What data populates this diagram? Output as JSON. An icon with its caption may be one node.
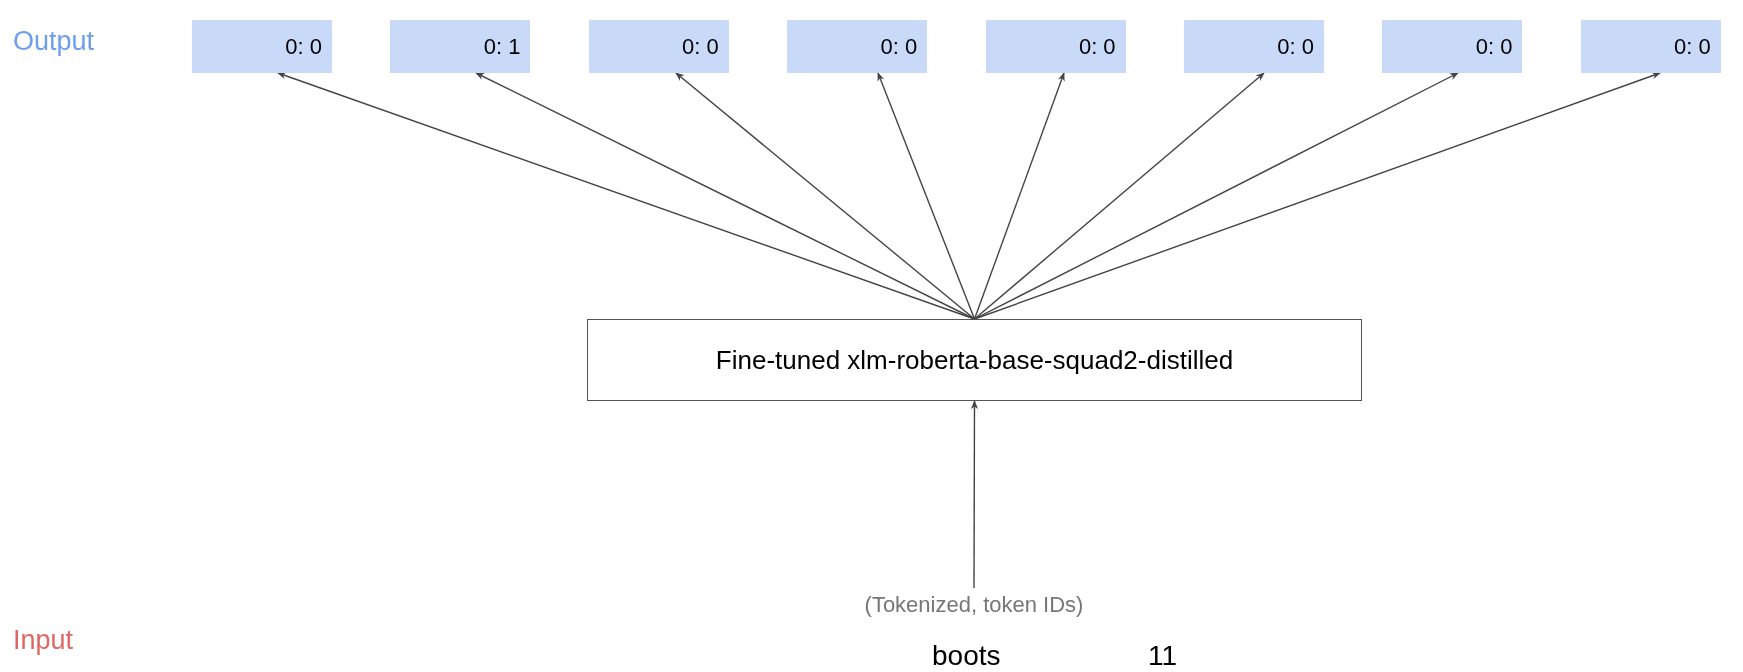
{
  "diagram": {
    "nodes": [
      {
        "text": [
          "0: 0"
        ]
      },
      {
        "text": [
          "0: 1"
        ]
      },
      {
        "text": [
          "0: 0"
        ]
      },
      {
        "text": [
          "0: 0"
        ]
      },
      {
        "text": [
          "0: 0"
        ]
      },
      {
        "text": [
          "0: 0"
        ]
      },
      {
        "text": [
          "0: 0"
        ]
      },
      {
        "text": [
          "0: 0"
        ]
      },
      {
        "text": [
          "Fine-tuned xlm-roberta-base-squad2-distilled"
        ]
      },
      {
        "text": [
          "(Tokenized, token IDs)"
        ]
      }
    ],
    "edges": [
      {
        "from": 8,
        "to": 0,
        "arrow": "to"
      },
      {
        "from": 8,
        "to": 1,
        "arrow": "to"
      },
      {
        "from": 8,
        "to": 2,
        "arrow": "to"
      },
      {
        "from": 8,
        "to": 3,
        "arrow": "to"
      },
      {
        "from": 8,
        "to": 4,
        "arrow": "to"
      },
      {
        "from": 8,
        "to": 5,
        "arrow": "to"
      },
      {
        "from": 8,
        "to": 6,
        "arrow": "to"
      },
      {
        "from": 8,
        "to": 7,
        "arrow": "to"
      },
      {
        "from": 9,
        "to": 8,
        "arrow": "to"
      }
    ],
    "labels": [
      "Output",
      "Input",
      "boots",
      "11"
    ]
  }
}
